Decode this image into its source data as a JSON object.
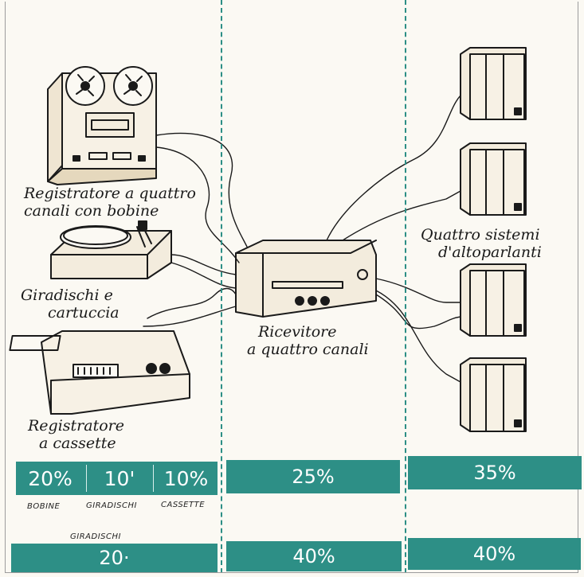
{
  "labels": {
    "reel_recorder": [
      "Registratore a quattro",
      "canali con bobine"
    ],
    "turntable": [
      "Giradischi e",
      "cartuccia"
    ],
    "cassette": [
      "Registratore",
      "a cassette"
    ],
    "receiver": [
      "Ricevitore",
      "a quattro canali"
    ],
    "speakers": [
      "Quattro sistemi",
      "d'altoparlanti"
    ]
  },
  "row1": {
    "left": [
      "20%",
      "10'",
      "10%"
    ],
    "middle": "25%",
    "right": "35%"
  },
  "sublabels": [
    "BOBINE",
    "GIRADISCHI",
    "CASSETTE"
  ],
  "row2_sublabel": "GIRADISCHI",
  "row2": {
    "left": "20·",
    "middle": "40%",
    "right": "40%"
  },
  "colors": {
    "teal": "#2d8f86",
    "ink": "#1a1a1a",
    "paper": "#fbf9f3"
  }
}
